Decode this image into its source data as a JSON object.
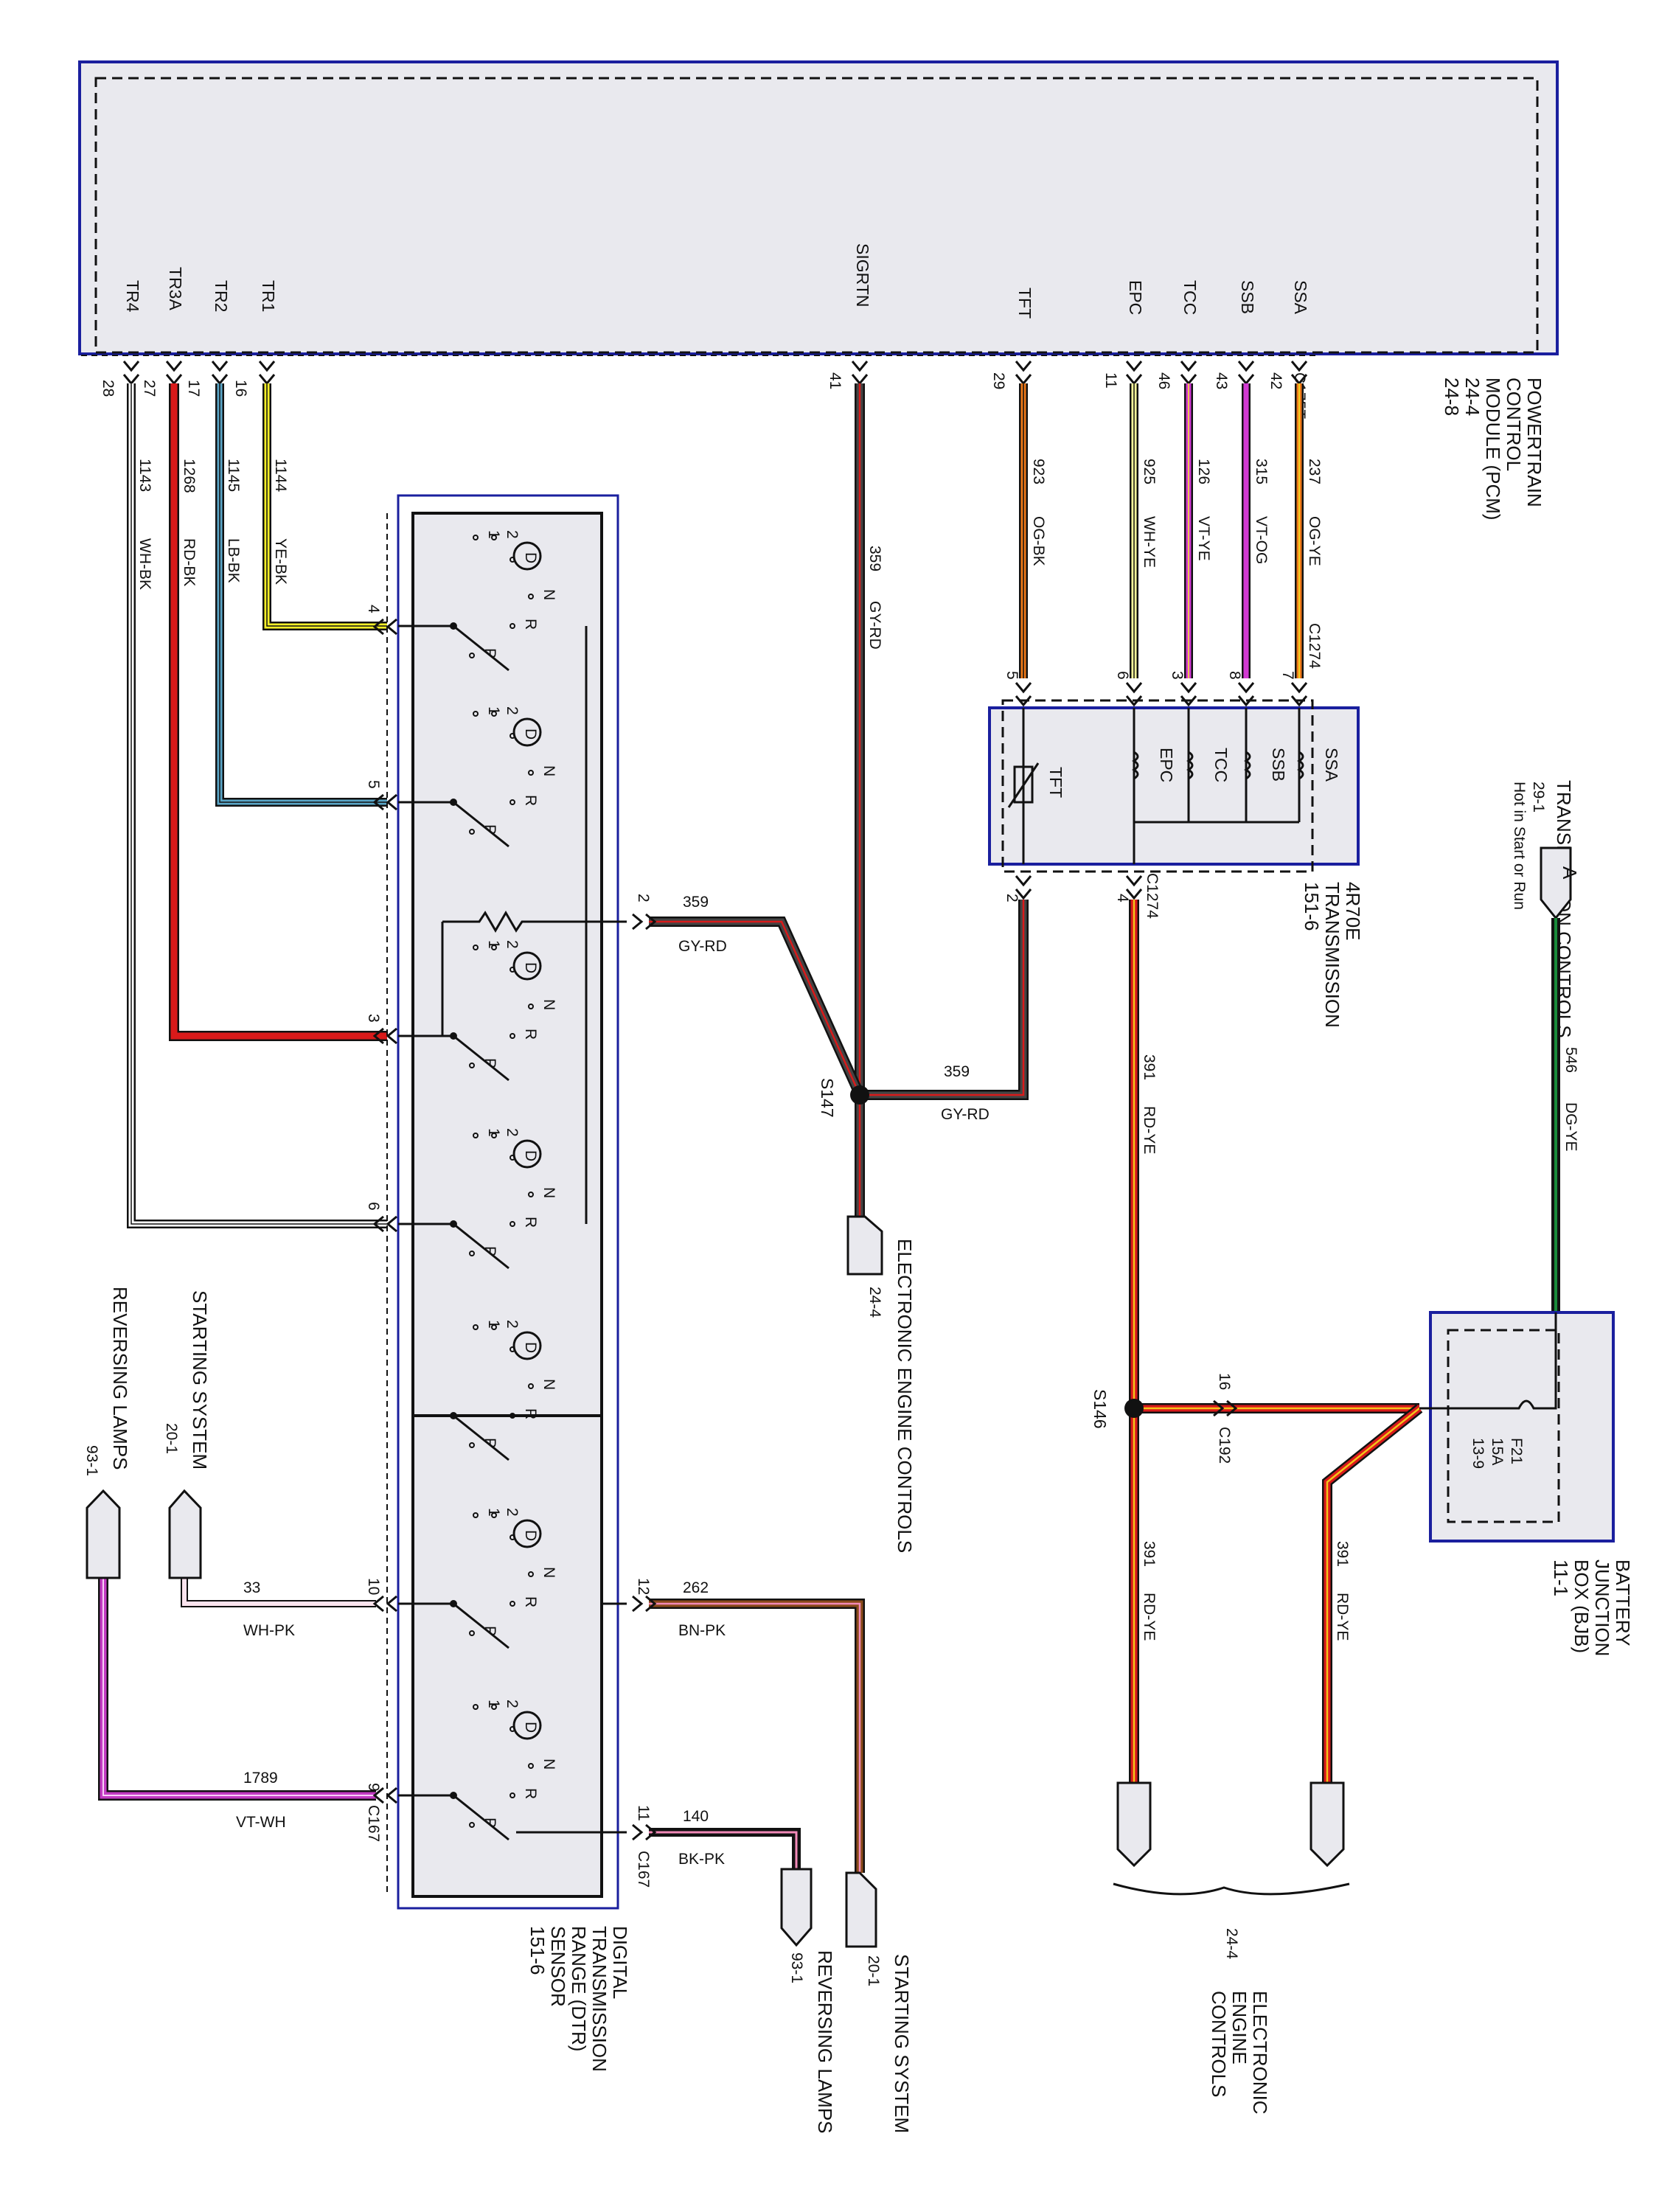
{
  "pcm": {
    "title": [
      "POWERTRAIN",
      "CONTROL",
      "MODULE (PCM)",
      "24-4",
      "24-8"
    ],
    "connector": "C175T",
    "pins": [
      {
        "name": "TR4",
        "pin": "28"
      },
      {
        "name": "TR3A",
        "pin": "27"
      },
      {
        "name": "TR2",
        "pin": "17"
      },
      {
        "name": "TR1",
        "pin": "16"
      },
      {
        "name": "SIGRTN",
        "pin": "41"
      },
      {
        "name": "TFT",
        "pin": "29"
      },
      {
        "name": "EPC",
        "pin": "11"
      },
      {
        "name": "TCC",
        "pin": "46"
      },
      {
        "name": "SSB",
        "pin": "43"
      },
      {
        "name": "SSA",
        "pin": "42"
      }
    ]
  },
  "wires": [
    {
      "circuit": "1143",
      "color_code": "WH-BK",
      "stroke": "#ffffff",
      "stripe": "#111111"
    },
    {
      "circuit": "1268",
      "color_code": "RD-BK",
      "stroke": "#d91a1a",
      "stripe": "#111111"
    },
    {
      "circuit": "1145",
      "color_code": "LB-BK",
      "stroke": "#5aa6c8",
      "stripe": "#111111"
    },
    {
      "circuit": "1144",
      "color_code": "YE-BK",
      "stroke": "#f4f028",
      "stripe": "#111111"
    },
    {
      "circuit": "359",
      "color_code": "GY-RD",
      "stroke": "#444444",
      "stripe": "#d91a1a"
    },
    {
      "circuit": "923",
      "color_code": "OG-BK",
      "stroke": "#f07a18",
      "stripe": "#111111"
    },
    {
      "circuit": "925",
      "color_code": "WH-YE",
      "stroke": "#fbfb9a",
      "stripe": "#111111"
    },
    {
      "circuit": "126",
      "color_code": "VT-YE",
      "stroke": "#d23ad2",
      "stripe": "#111111"
    },
    {
      "circuit": "315",
      "color_code": "VT-OG",
      "stroke": "#d23ad2",
      "stripe": "#111111"
    },
    {
      "circuit": "237",
      "color_code": "OG-YE",
      "stroke": "#f07a18",
      "stripe": "#111111"
    }
  ],
  "transmission": {
    "title": [
      "4R70E",
      "TRANSMISSION",
      "151-6"
    ],
    "connector": "C1274",
    "pins_top": [
      "5",
      "6",
      "3",
      "8",
      "7"
    ],
    "solenoids": [
      "TFT",
      "EPC",
      "TCC",
      "SSB",
      "SSA"
    ],
    "pins_bottom": [
      "2",
      "4"
    ],
    "bottom_connector": "C1274"
  },
  "transmission_controls": {
    "title": "TRANSMISSION CONTROLS",
    "ref": "29-1",
    "note": "Hot in Start or Run",
    "connector_letter": "A",
    "circuit": "546",
    "color_code": "DG-YE"
  },
  "bjb": {
    "title": [
      "BATTERY",
      "JUNCTION",
      "BOX (BJB)",
      "11-1"
    ],
    "fuse": [
      "F21",
      "15A",
      "13-9"
    ]
  },
  "splices": {
    "s146": "S146",
    "s147": "S147",
    "c192": "C192",
    "c192_pin": "16"
  },
  "rd_ye": {
    "circuit": "391",
    "color_code": "RD-YE"
  },
  "gy_rd": {
    "circuit": "359",
    "color_code": "GY-RD"
  },
  "dtr": {
    "title": [
      "DIGITAL",
      "TRANSMISSION",
      "RANGE (DTR)",
      "SENSOR",
      "151-6"
    ],
    "connector": "C167",
    "pins_left": [
      "4",
      "5",
      "3",
      "6",
      "10",
      "9"
    ],
    "pins_right": [
      "2",
      "12",
      "11"
    ],
    "switch_labels": {
      "one": "1",
      "two": "2",
      "d": "D",
      "n": "N",
      "r": "R",
      "p": "P"
    }
  },
  "dtr_outputs": [
    {
      "circuit": "359",
      "color_code": "GY-RD"
    },
    {
      "circuit": "262",
      "color_code": "BN-PK"
    },
    {
      "circuit": "140",
      "color_code": "BK-PK"
    },
    {
      "circuit": "33",
      "color_code": "WH-PK"
    },
    {
      "circuit": "1789",
      "color_code": "VT-WH"
    }
  ],
  "destinations": {
    "electronic_engine_controls": "ELECTRONIC ENGINE CONTROLS",
    "eec_ref": "24-4",
    "eec_bottom": [
      "ELECTRONIC",
      "ENGINE",
      "CONTROLS"
    ],
    "eec_bottom_ref": "24-4",
    "starting_system": "STARTING SYSTEM",
    "starting_ref": "20-1",
    "reversing_lamps": "REVERSING LAMPS",
    "reversing_ref": "93-1"
  },
  "colors": {
    "module_border": "#1a1f9e",
    "module_fill": "#e9e9ee"
  }
}
